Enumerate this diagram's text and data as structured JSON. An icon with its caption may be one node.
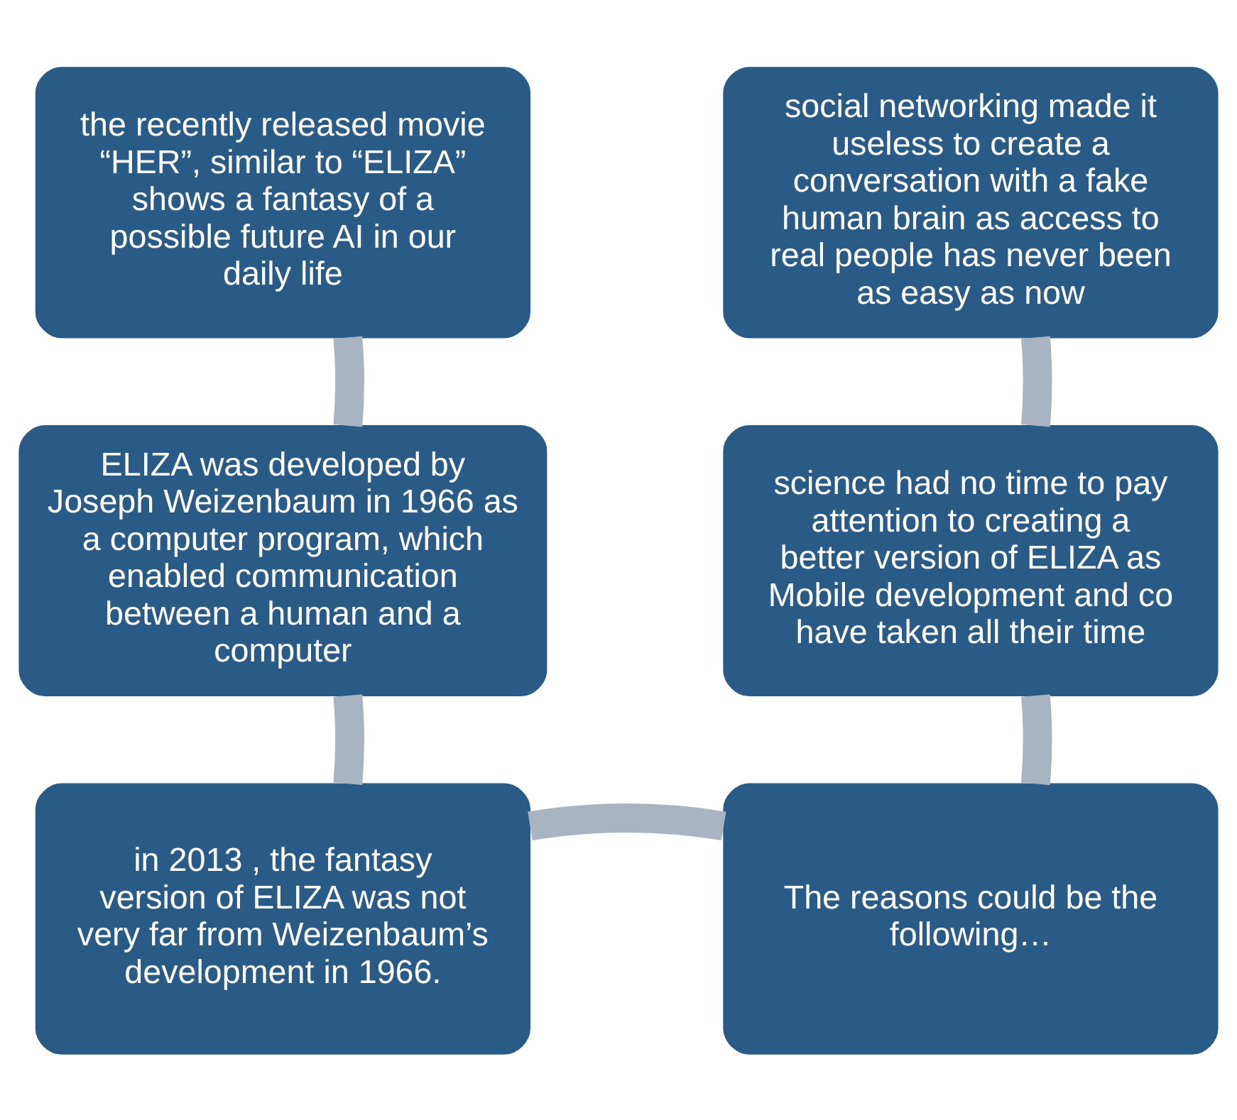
{
  "diagram": {
    "nodes": [
      {
        "text": [
          "the recently released movie “HER”, similar to “ELIZA” shows a fantasy of a possible future AI in our daily life"
        ]
      },
      {
        "text": [
          "ELIZA was developed by Joseph Weizenbaum in 1966 as a computer program, which enabled communication between a human and a computer"
        ]
      },
      {
        "text": [
          "in 2013 , the fantasy version of ELIZA was not very far from Weizenbaum’s development in 1966."
        ]
      },
      {
        "text": [
          "The reasons could be the following…"
        ]
      },
      {
        "text": [
          "science had no time to pay attention to creating a better version of ELIZA as Mobile development and co have taken all their time"
        ]
      },
      {
        "text": [
          "social networking made it useless to create a conversation with a fake human brain as access to real people has never been as easy as now"
        ]
      }
    ],
    "edges": [
      {
        "from": 0,
        "to": 1,
        "arrow": "none"
      },
      {
        "from": 1,
        "to": 2,
        "arrow": "none"
      },
      {
        "from": 2,
        "to": 3,
        "arrow": "none"
      },
      {
        "from": 3,
        "to": 4,
        "arrow": "none"
      },
      {
        "from": 4,
        "to": 5,
        "arrow": "none"
      }
    ]
  }
}
